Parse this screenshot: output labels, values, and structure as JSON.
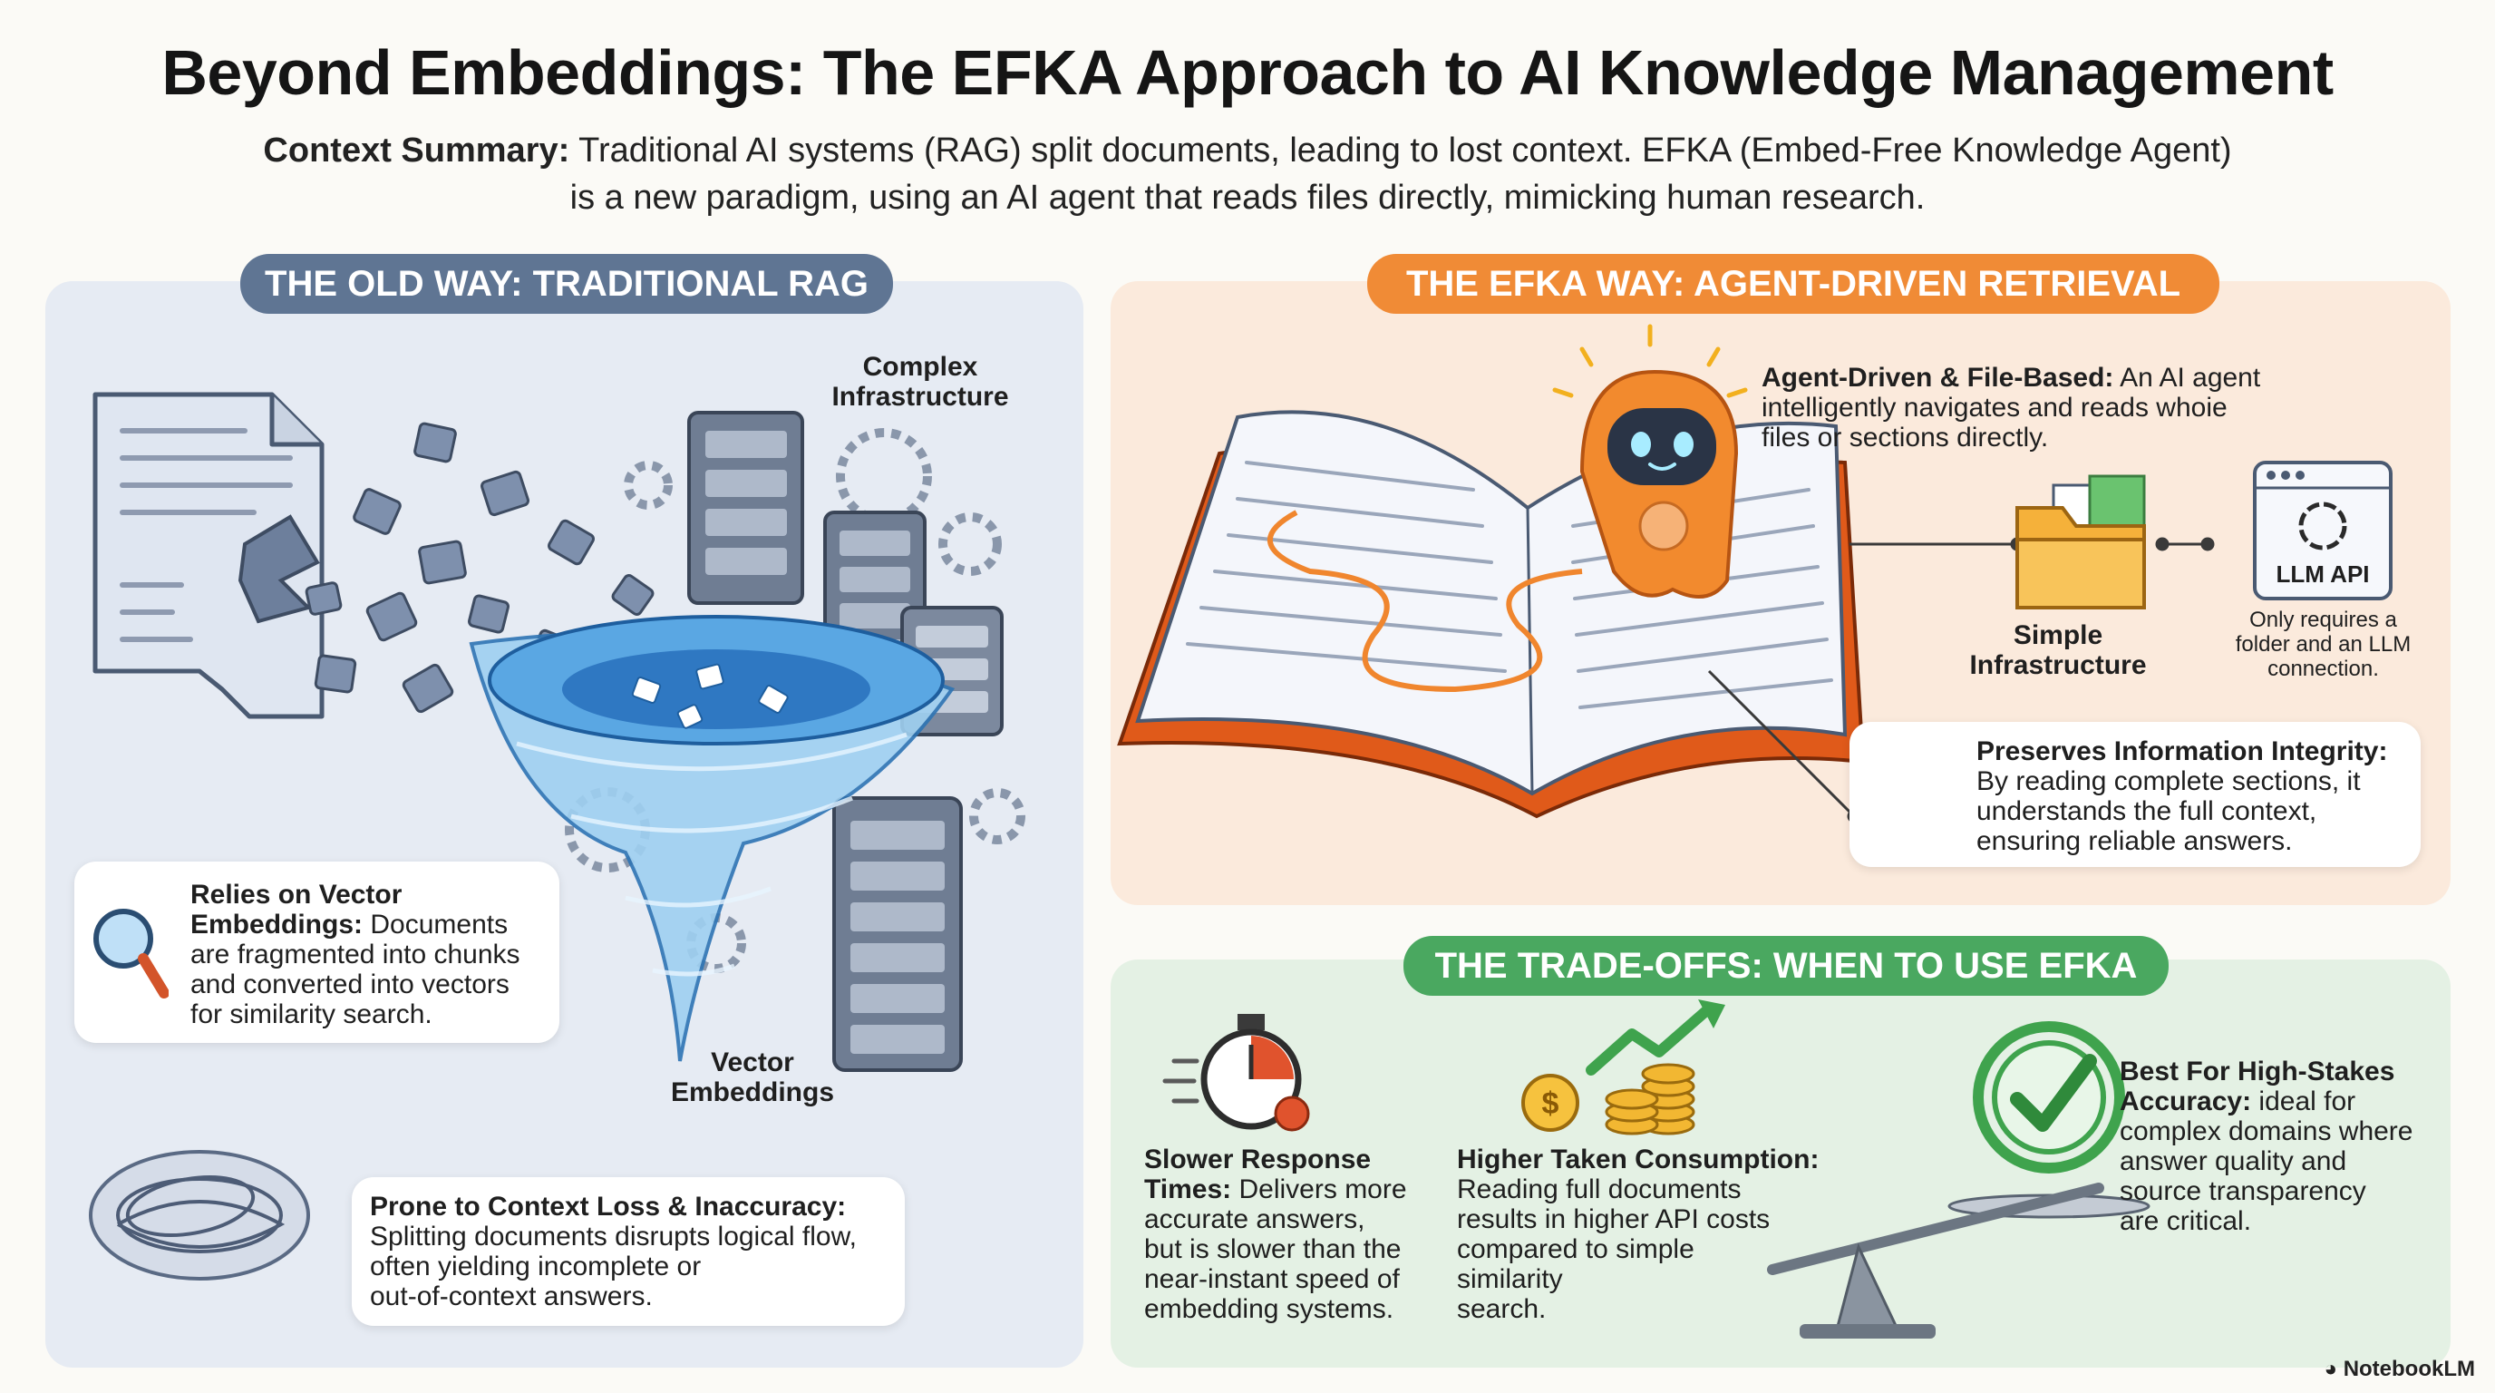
{
  "header": {
    "title": "Beyond Embeddings: The EFKA Approach to AI Knowledge Management",
    "summary_label": "Context Summary:",
    "summary_line1": "Traditional AI systems (RAG) split documents, leading to lost context. EFKA (Embed-Free Knowledge Agent)",
    "summary_line2": "is a new paradigm, using an AI agent that reads files directly, mimicking human research."
  },
  "old_way": {
    "heading": "THE OLD WAY: TRADITIONAL RAG",
    "complex_label_1": "Complex",
    "complex_label_2": "Infrastructure",
    "vector_label_1": "Vector",
    "vector_label_2": "Embeddings",
    "relies_title_1": "Relies on Vector",
    "relies_title_2": "Embeddings:",
    "relies_body_1": "Documents",
    "relies_body_2": "are fragmented into chunks",
    "relies_body_3": "and converted into vectors",
    "relies_body_4": "for similarity search.",
    "loss_title": "Prone to Context Loss & Inaccuracy:",
    "loss_body_1": "Splitting documents disrupts logical flow,",
    "loss_body_2": "often yielding incomplete or",
    "loss_body_3": "out-of-context answers."
  },
  "efka_way": {
    "heading": "THE EFKA WAY: AGENT-DRIVEN RETRIEVAL",
    "agent_title": "Agent-Driven & File-Based:",
    "agent_body_1": "An AI agent",
    "agent_body_2": "intelligently navigates and reads whoie",
    "agent_body_3": "files or sections directly.",
    "simple_label_1": "Simple",
    "simple_label_2": "Infrastructure",
    "llm_api": "LLM API",
    "llm_note_1": "Only requires a",
    "llm_note_2": "folder and an LLM",
    "llm_note_3": "connection.",
    "integrity_title": "Preserves Information Integrity:",
    "integrity_body_1": "By reading complete sections, it",
    "integrity_body_2": "understands the full context,",
    "integrity_body_3": "ensuring reliable answers."
  },
  "trade_offs": {
    "heading": "THE TRADE-OFFS: WHEN TO USE EFKA",
    "slow_title_1": "Slower Response",
    "slow_title_2": "Times:",
    "slow_body_1": "Delivers more",
    "slow_body_2": "accurate answers,",
    "slow_body_3": "but is slower than the",
    "slow_body_4": "near-instant speed of",
    "slow_body_5": "embedding systems.",
    "token_title": "Higher Taken Consumption:",
    "token_body_1": "Reading full documents",
    "token_body_2": "results in higher API costs",
    "token_body_3": "compared to simple",
    "token_body_4": "similarity",
    "token_body_5": "search.",
    "best_title_1": "Best For High-Stakes",
    "best_title_2": "Accuracy:",
    "best_body_1": "ideal for",
    "best_body_2": "complex domains where",
    "best_body_3": "answer quality and",
    "best_body_4": "source transparency",
    "best_body_5": "are critical."
  },
  "brand": "NotebookLM",
  "colors": {
    "old_accent": "#5f7593",
    "efka_accent": "#f08b36",
    "trade_accent": "#4aa860"
  }
}
